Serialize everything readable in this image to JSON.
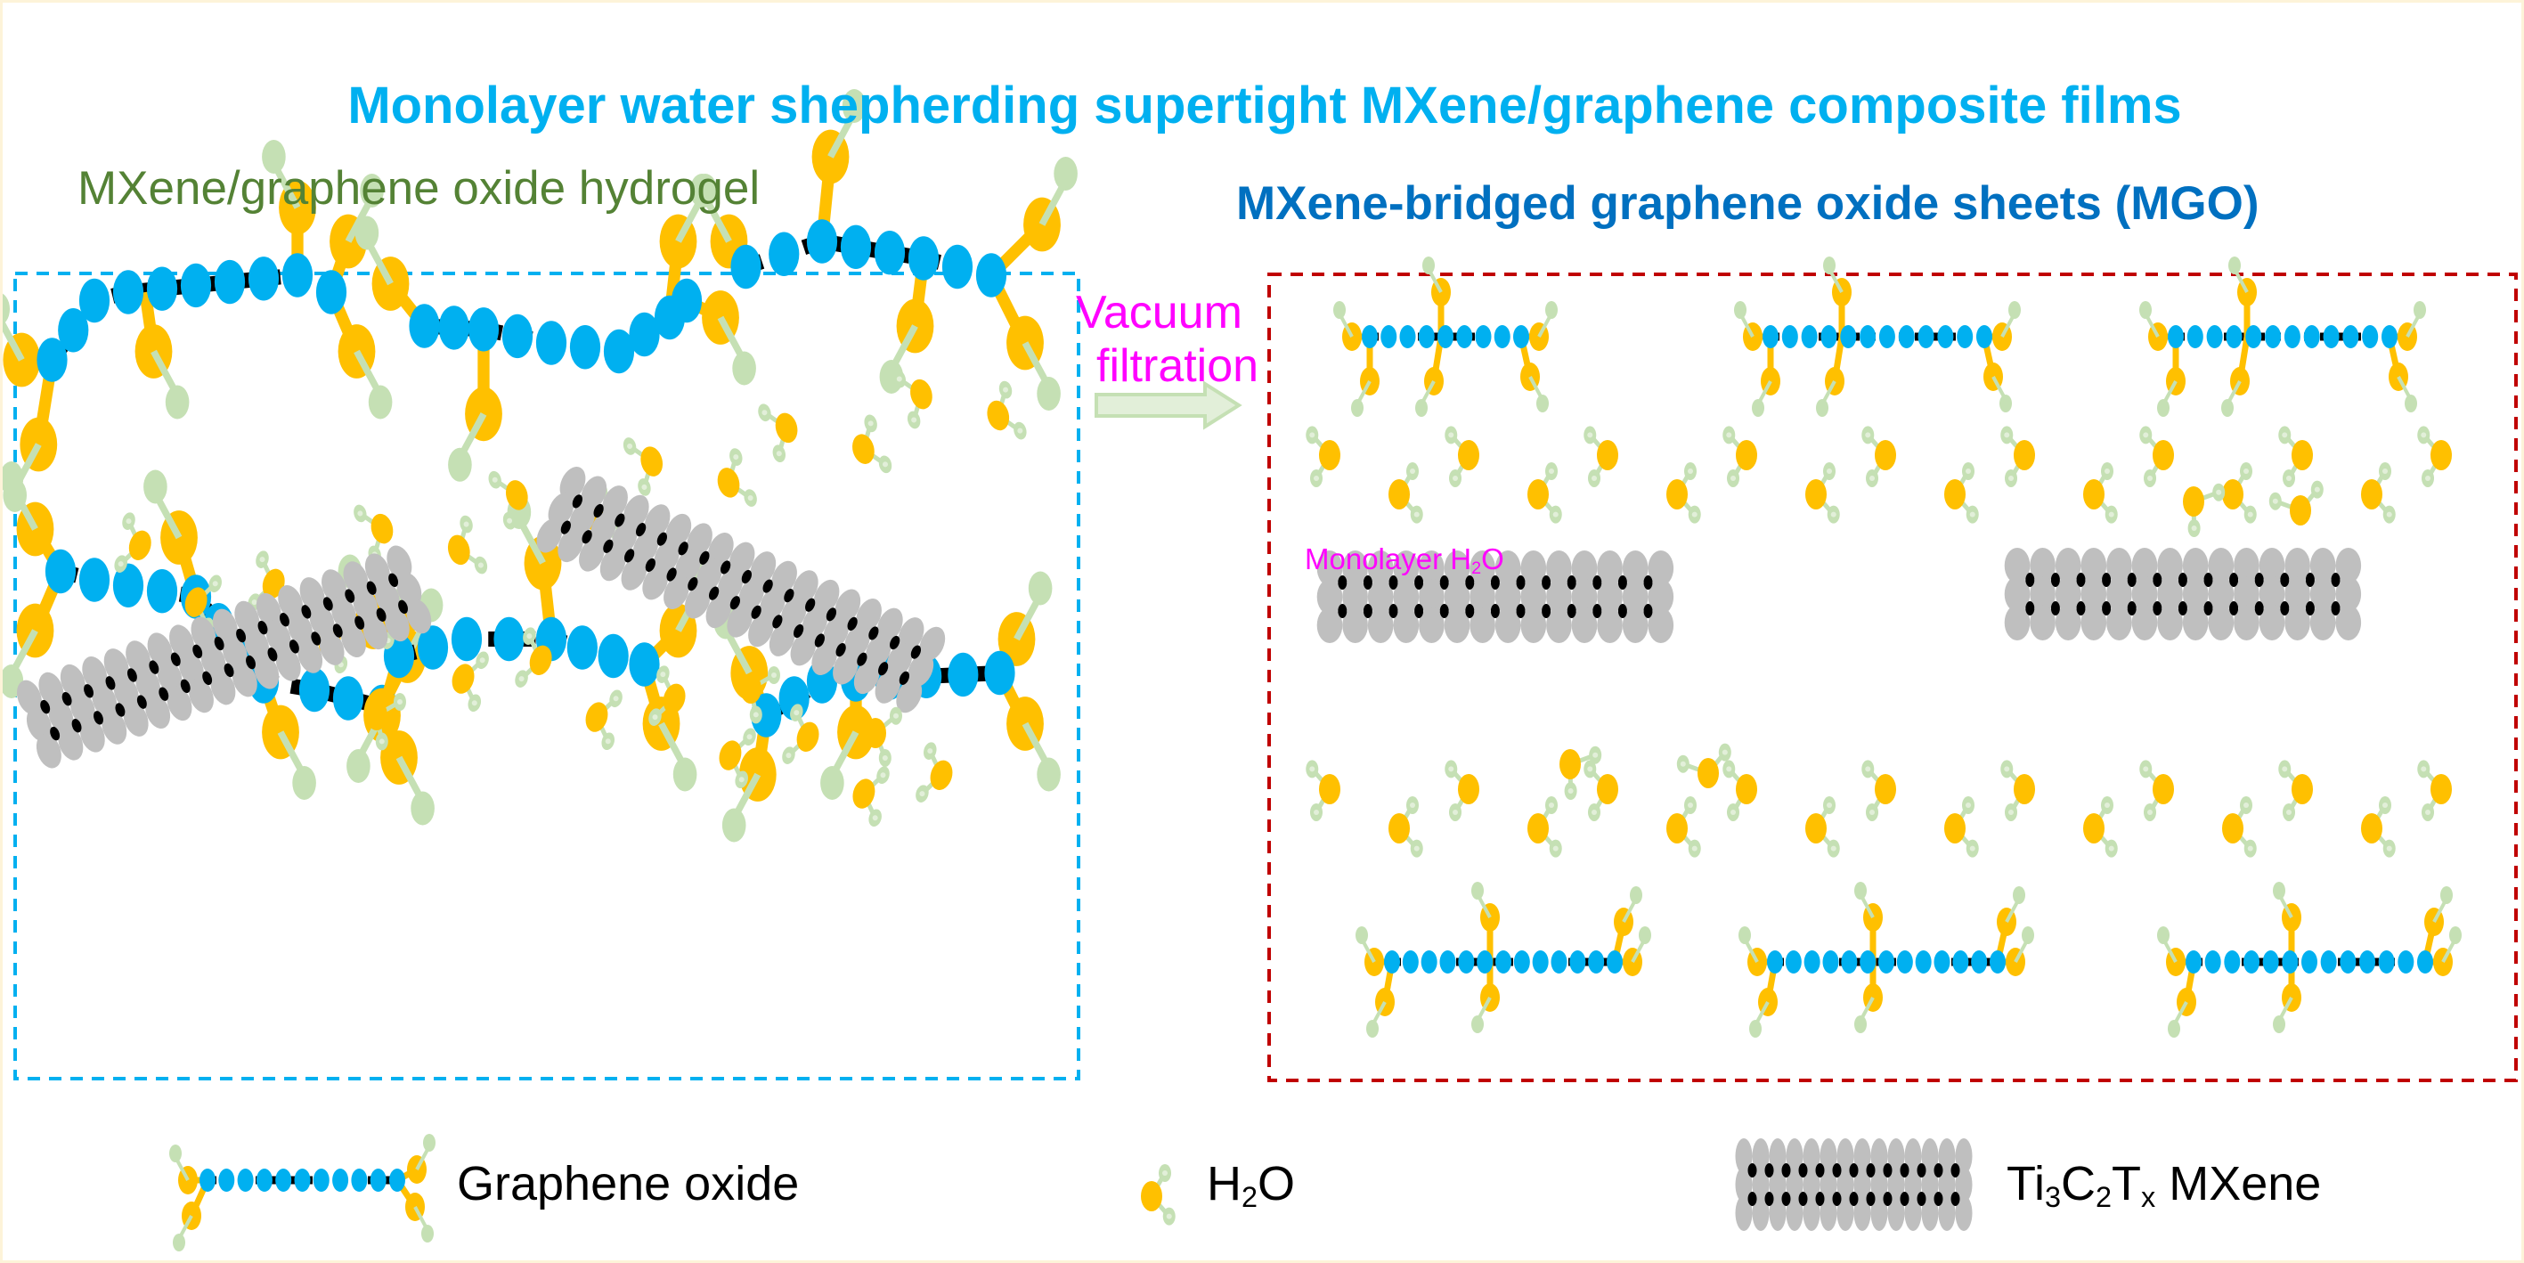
{
  "title": "Monolayer water shepherding supertight MXene/graphene composite films",
  "left_panel": {
    "label": "MXene/graphene oxide hydrogel"
  },
  "right_panel": {
    "label": "MXene-bridged graphene oxide sheets (MGO)",
    "annotation": {
      "main": "Monolayer H",
      "sub": "2",
      "tail": "O"
    }
  },
  "process": {
    "line1": "Vacuum",
    "line2": "filtration"
  },
  "legend": {
    "graphene_oxide": "Graphene oxide",
    "water": {
      "main": "H",
      "sub": "2",
      "tail": "O"
    },
    "mxene": {
      "ti": "Ti",
      "s1": "3",
      "c": "C",
      "s2": "2",
      "t": "T",
      "s3": "x",
      "tail": " MXene"
    }
  },
  "colors": {
    "title": "#00b0f0",
    "left_label": "#548235",
    "right_label": "#0070c0",
    "process": "#ff00ff",
    "graphene": "#00b0f0",
    "oxygen": "#ffc000",
    "hydrogen": "#c5e0b4",
    "mxene": "#bfbfbf",
    "left_box": "#00b0f0",
    "right_box": "#c00000"
  }
}
